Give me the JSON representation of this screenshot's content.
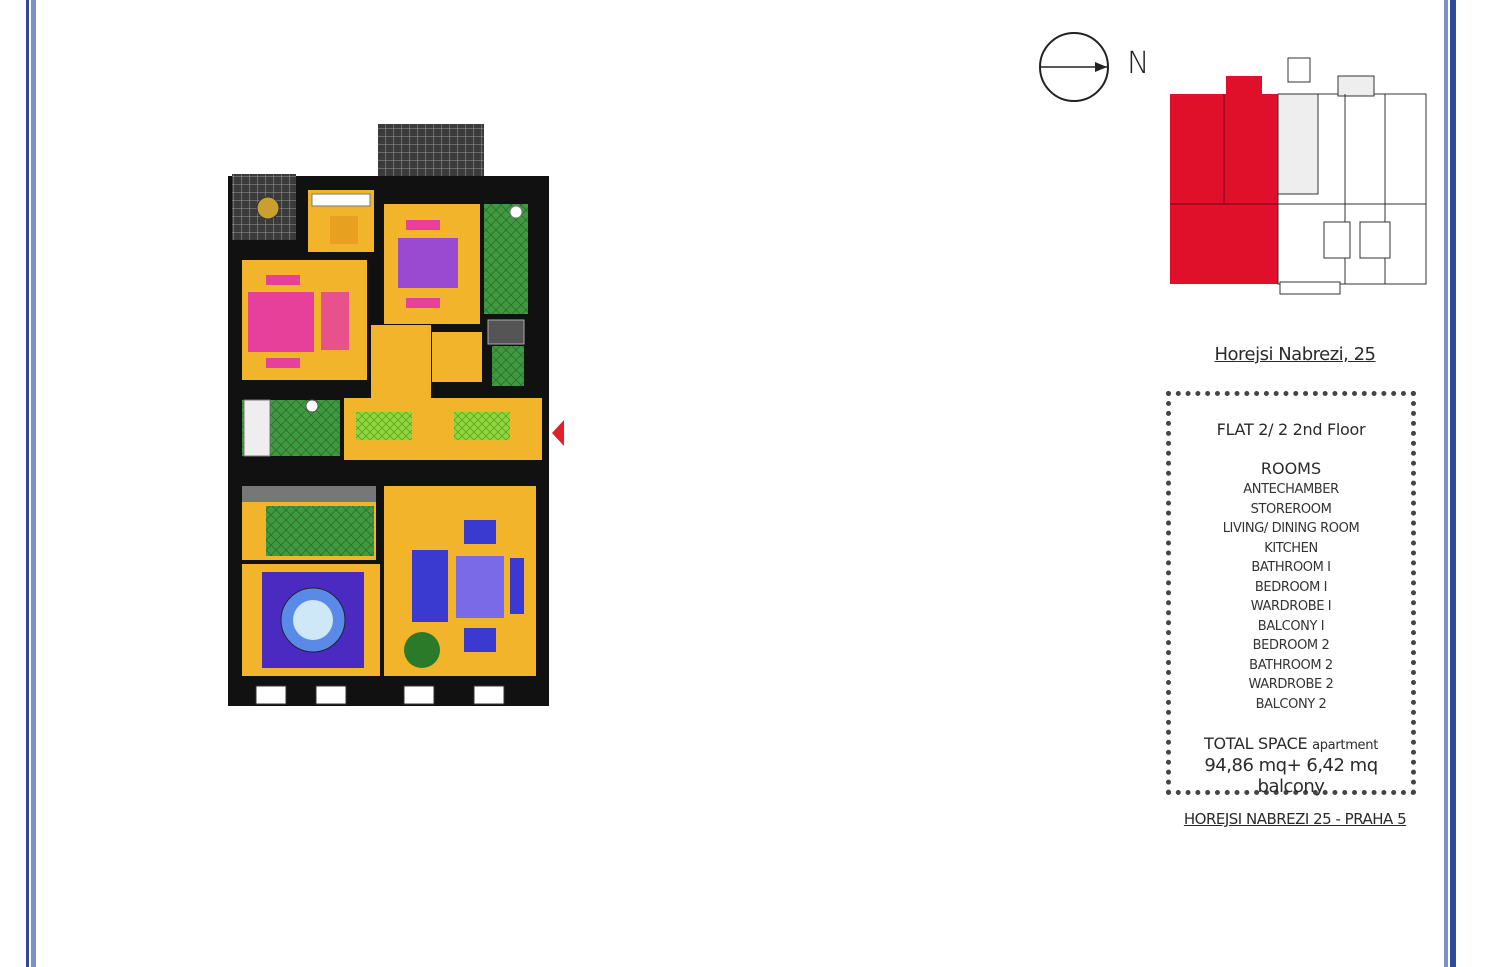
{
  "compass": {
    "label": "N"
  },
  "address": "Horejsi Nabrezi, 25",
  "info": {
    "flat": "FLAT  2/ 2  2nd Floor",
    "rooms_heading": "ROOMS",
    "rooms": [
      "ANTECHAMBER",
      "STOREROOM",
      "LIVING/ DINING ROOM",
      "KITCHEN",
      "BATHROOM I",
      "BEDROOM I",
      "WARDROBE I",
      "BALCONY I",
      "BEDROOM 2",
      "BATHROOM 2",
      "WARDROBE 2",
      "BALCONY 2"
    ],
    "total_label": "TOTAL SPACE",
    "total_unit": "apartment",
    "area": "94,86 mq+ 6,42 mq balcony"
  },
  "footer": "HOREJSI NABREZI 25  -  PRAHA 5",
  "colors": {
    "frame": "#2f4a9a",
    "wall": "#111111",
    "floor": "#f2b42a",
    "highlight": "#e0102a",
    "pink": "#e6409a",
    "purple": "#9a4ad0",
    "green": "#3c9a3c",
    "blue": "#3a3ad0"
  }
}
